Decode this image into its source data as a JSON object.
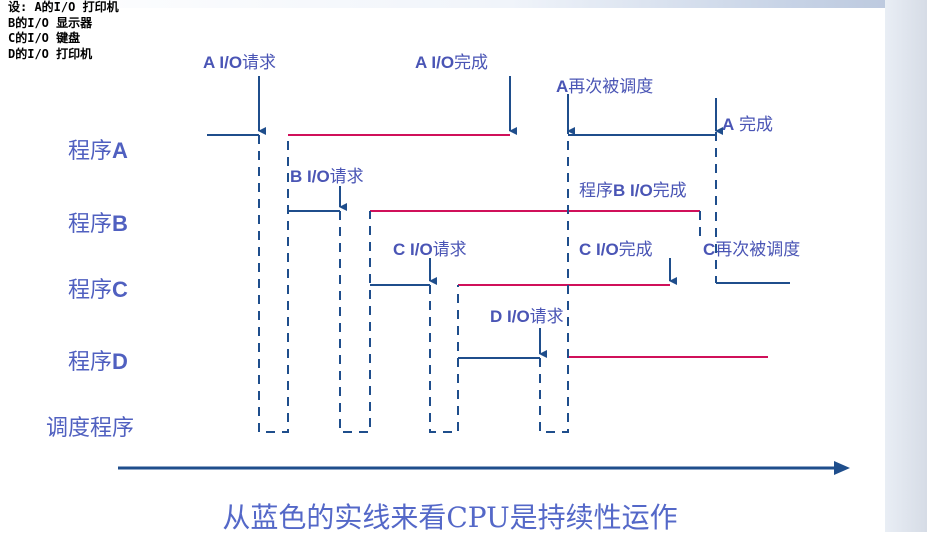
{
  "note_lines": [
    "设: A的I/O 打印机",
    "B的I/O 显示器",
    "C的I/O 键盘",
    "D的I/O 打印机"
  ],
  "programs": [
    {
      "name": "程序",
      "letter": "A"
    },
    {
      "name": "程序",
      "letter": "B"
    },
    {
      "name": "程序",
      "letter": "C"
    },
    {
      "name": "程序",
      "letter": "D"
    }
  ],
  "scheduler_label": "调度程序",
  "events": {
    "a_request": {
      "code": "A I/O",
      "text": "请求"
    },
    "a_done": {
      "code": "A I/O",
      "text": "完成"
    },
    "a_resched": {
      "code": "A",
      "text": "再次被调度"
    },
    "a_finish": {
      "code": "A",
      "text": " 完成"
    },
    "b_request": {
      "code": "B I/O",
      "text": "请求"
    },
    "b_done": {
      "prefix": "程序",
      "code": "B I/O",
      "text": "完成"
    },
    "c_request": {
      "code": "C I/O",
      "text": "请求"
    },
    "c_done": {
      "code": "C I/O",
      "text": "完成"
    },
    "c_resched": {
      "code": "C",
      "text": "再次被调度"
    },
    "d_request": {
      "code": "D I/O",
      "text": "请求"
    }
  },
  "caption": "从蓝色的实线来看CPU是持续性运作",
  "colors": {
    "cpu_line": "#1f4e8c",
    "io_line": "#d0105a",
    "text": "#4a55b5"
  }
}
